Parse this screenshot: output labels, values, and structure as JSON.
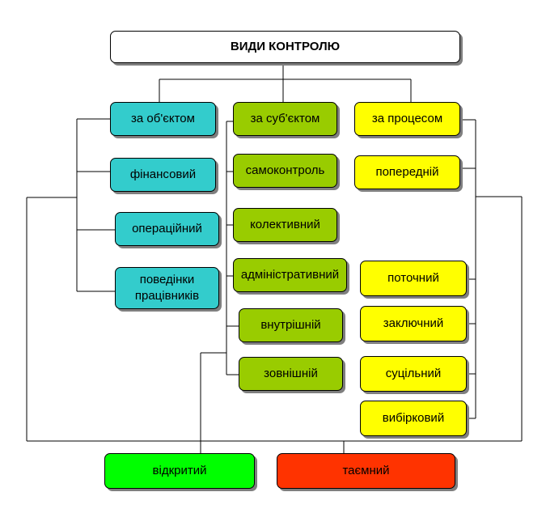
{
  "title": "ВИДИ КОНТРОЛЮ",
  "colors": {
    "object": "#33cccc",
    "subject": "#99cc00",
    "process": "#ffff00",
    "open": "#00ff00",
    "secret": "#ff3300"
  },
  "object_group": {
    "header": "за об'єктом",
    "items": [
      "фінансовий",
      "операційний",
      "поведінки працівників"
    ]
  },
  "subject_group": {
    "header": "за суб'єктом",
    "items": [
      "самоконтроль",
      "колективний",
      "адміністративний",
      "внутрішній",
      "зовнішній"
    ]
  },
  "process_group": {
    "header": "за процесом",
    "items": [
      "попередній",
      "поточний",
      "заключний",
      "суцільний",
      "вибірковий"
    ]
  },
  "bottom": {
    "open": "відкритий",
    "secret": "таємний"
  }
}
